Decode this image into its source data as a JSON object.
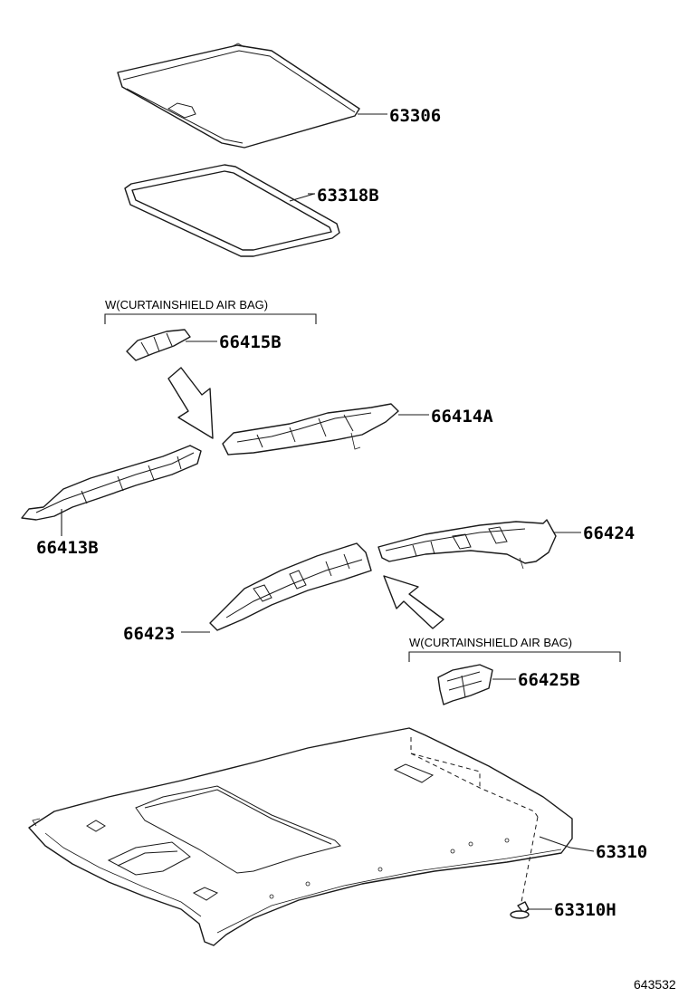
{
  "parts": {
    "sunshade": "63306",
    "sunroof_seal": "63318B",
    "curtain_cover_front_small": "66415B",
    "roof_rail_right_front": "66414A",
    "roof_rail_left_front": "66413B",
    "roof_rail_right_rear": "66424",
    "roof_rail_left_rear": "66423",
    "curtain_cover_rear_small": "66425B",
    "headliner": "63310",
    "clip": "63310H"
  },
  "notes": {
    "upper_condition": "W(CURTAINSHIELD AIR BAG)",
    "lower_condition": "W(CURTAINSHIELD AIR BAG)"
  },
  "diagram_ref": "643532"
}
